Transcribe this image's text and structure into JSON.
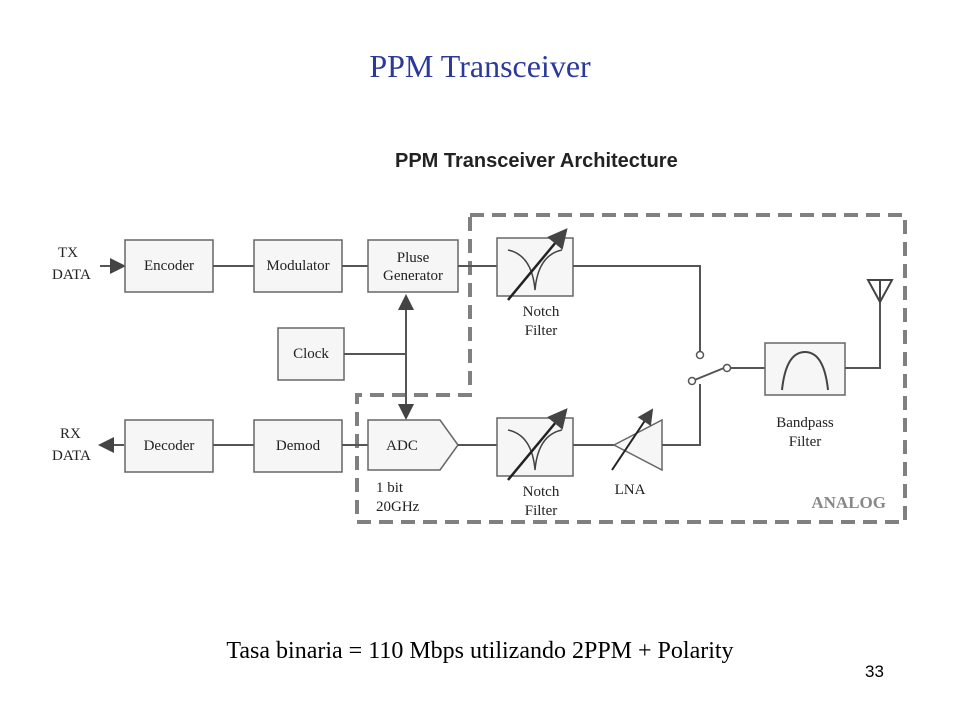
{
  "slide": {
    "title": "PPM Transceiver",
    "caption": "Tasa binaria = 110 Mbps utilizando 2PPM + Polarity",
    "page_number": "33"
  },
  "diagram": {
    "heading": "PPM Transceiver Architecture",
    "tx_label": [
      "TX",
      "DATA"
    ],
    "rx_label": [
      "RX",
      "DATA"
    ],
    "blocks": {
      "encoder": "Encoder",
      "modulator": "Modulator",
      "pulse_generator": [
        "Pluse",
        "Generator"
      ],
      "clock": "Clock",
      "decoder": "Decoder",
      "demod": "Demod",
      "adc": "ADC",
      "adc_note": [
        "1 bit",
        "20GHz"
      ],
      "notch_filter_tx": [
        "Notch",
        "Filter"
      ],
      "notch_filter_rx": [
        "Notch",
        "Filter"
      ],
      "lna": "LNA",
      "bandpass_filter": [
        "Bandpass",
        "Filter"
      ]
    },
    "analog_label": "ANALOG",
    "colors": {
      "title": "#2b3a9a",
      "lines": "#555555",
      "dashed_border": "#808080"
    }
  }
}
